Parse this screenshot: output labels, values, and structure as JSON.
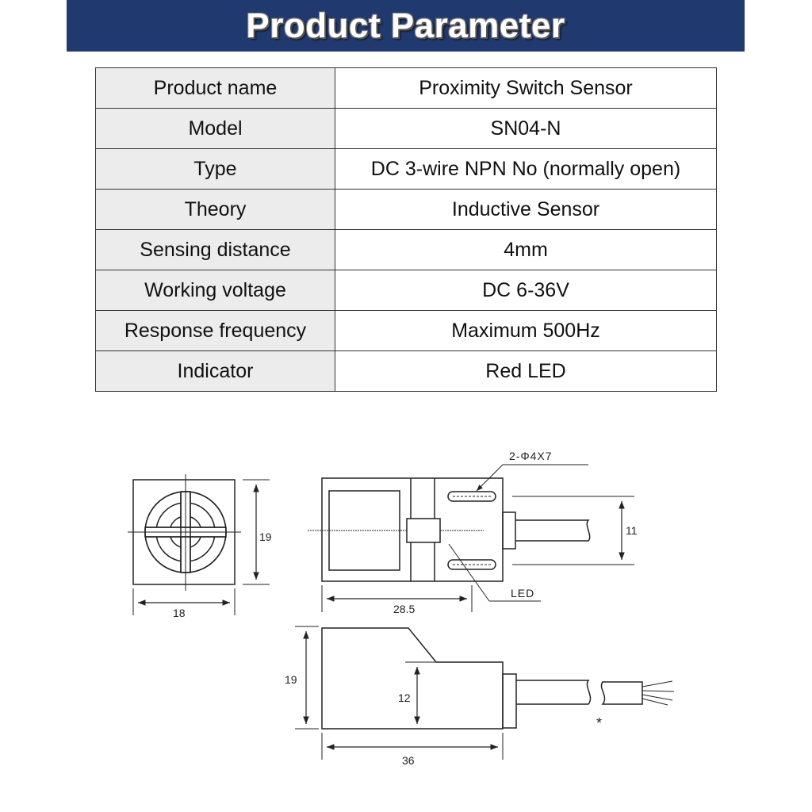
{
  "header": {
    "title": "Product Parameter"
  },
  "table": {
    "rows": [
      {
        "key": "Product name",
        "value": "Proximity Switch Sensor"
      },
      {
        "key": "Model",
        "value": "SN04-N"
      },
      {
        "key": "Type",
        "value": "DC 3-wire NPN No (normally open)"
      },
      {
        "key": "Theory",
        "value": "Inductive Sensor"
      },
      {
        "key": "Sensing distance",
        "value": "4mm"
      },
      {
        "key": "Working voltage",
        "value": "DC 6-36V"
      },
      {
        "key": "Response frequency",
        "value": "Maximum 500Hz"
      },
      {
        "key": "Indicator",
        "value": "Red LED"
      }
    ]
  },
  "drawing": {
    "front_height": "19",
    "front_width": "18",
    "top_hole_callout": "2-Φ4X7",
    "top_spacing": "11",
    "top_led_label": "LED",
    "top_length": "28.5",
    "side_height": "19",
    "side_inner_height": "12",
    "side_length": "36",
    "side_note": "*"
  }
}
